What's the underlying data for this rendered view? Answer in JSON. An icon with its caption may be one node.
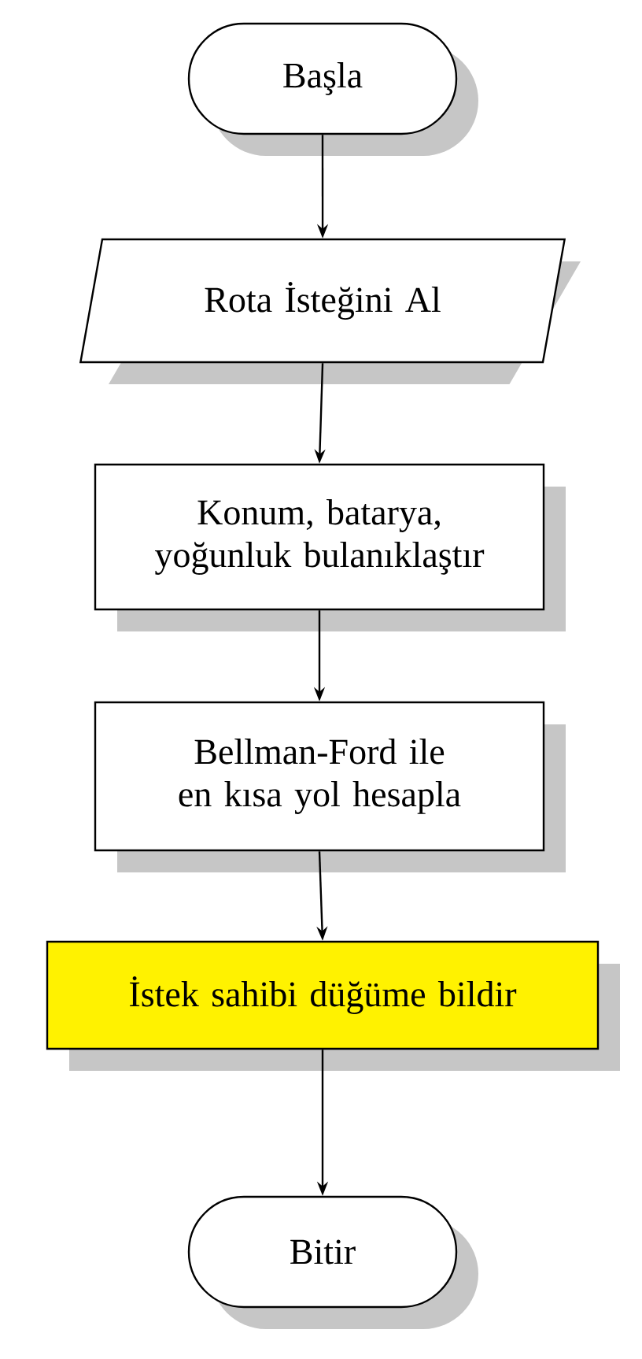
{
  "diagram": {
    "nodes": [
      {
        "text": [
          "Başla"
        ]
      },
      {
        "text": [
          "Rota İsteğini Al"
        ]
      },
      {
        "text": [
          "Konum, batarya, yoğunluk bulanıklaştır"
        ]
      },
      {
        "text": [
          "Bellman-Ford ile en kısa yol hesapla"
        ]
      },
      {
        "text": [
          "İstek sahibi düğüme bildir"
        ]
      },
      {
        "text": [
          "Bitir"
        ]
      }
    ],
    "edges": [
      {
        "from": 0,
        "to": 1,
        "arrow": "to"
      },
      {
        "from": 1,
        "to": 2,
        "arrow": "to"
      },
      {
        "from": 2,
        "to": 3,
        "arrow": "to"
      },
      {
        "from": 3,
        "to": 4,
        "arrow": "to"
      },
      {
        "from": 4,
        "to": 5,
        "arrow": "to"
      }
    ]
  }
}
